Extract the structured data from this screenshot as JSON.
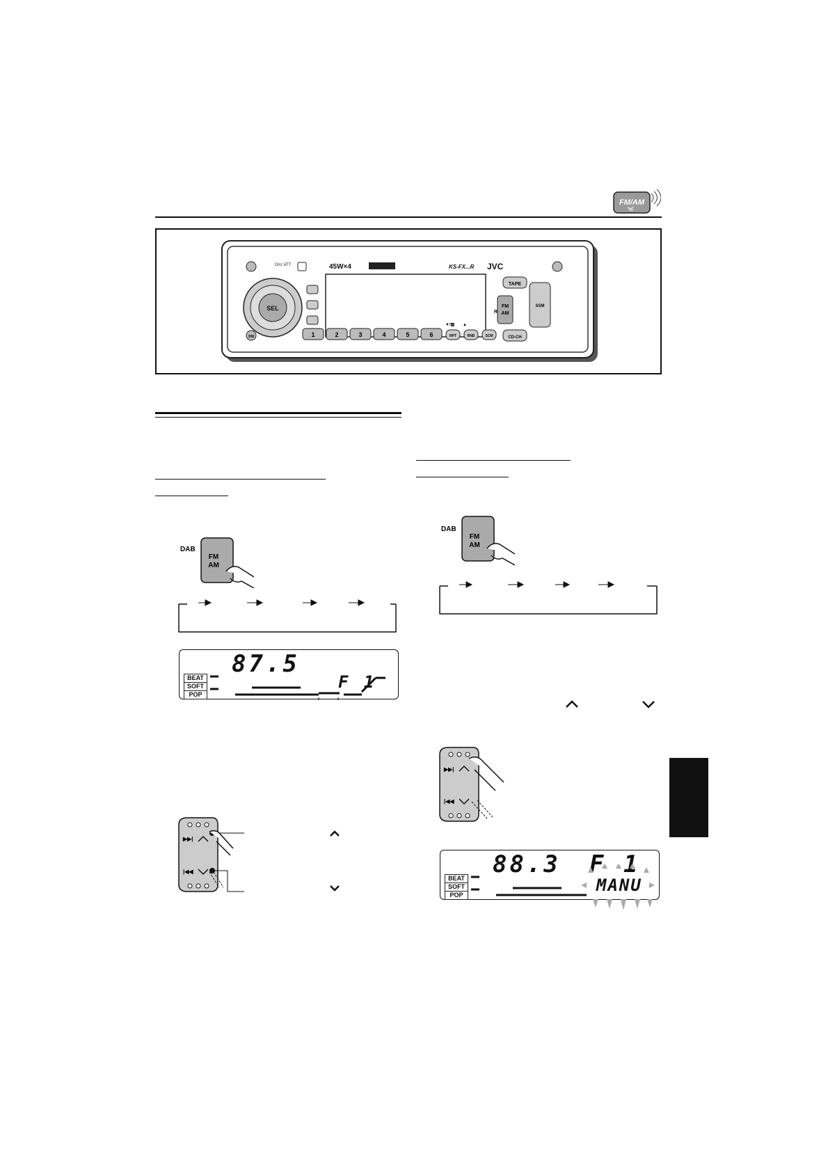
{
  "header_icon": {
    "label": "FM/AM",
    "icon": "radio-waves-icon"
  },
  "radio_unit": {
    "power": "45W×4",
    "model": "KS-FX...R",
    "brand": "JVC",
    "rds": "R·D·S",
    "sel": "SEL",
    "ssm": "SSM",
    "presets": [
      "1",
      "2",
      "3",
      "4",
      "5",
      "6"
    ],
    "rpt": "RPT",
    "rnd": "RND",
    "scm": "SCM",
    "tape": "TAPE",
    "fm": "FM",
    "am": "AM",
    "cdch": "CD-CH",
    "att": "D/cr ATT",
    "dm": "DM",
    "up": "▲",
    "down": "▼/▥"
  },
  "left_step": {
    "dab_label": "DAB",
    "fm": "FM",
    "am": "AM",
    "display": {
      "freq": "87.5",
      "band": "F 1",
      "eq": [
        "BEAT",
        "SOFT",
        "POP"
      ]
    }
  },
  "right_step": {
    "dab_label": "DAB",
    "fm": "FM",
    "am": "AM",
    "display": {
      "freq": "88.3",
      "band": "F 1",
      "mode": "MANU",
      "eq": [
        "BEAT",
        "SOFT",
        "POP"
      ]
    }
  },
  "keypad_icons": {
    "next": "▶▶|",
    "prev": "|◀◀"
  }
}
